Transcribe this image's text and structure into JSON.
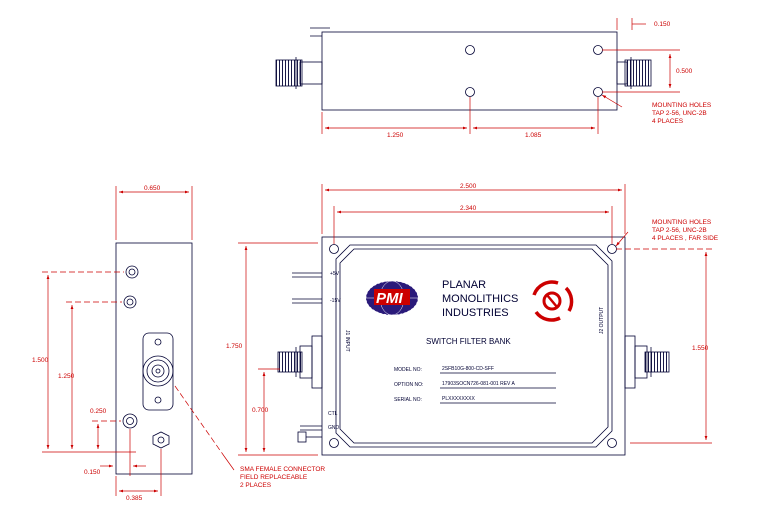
{
  "top_view": {
    "dims": [
      "0.150",
      "0.500",
      "1.250",
      "1.085"
    ],
    "mounting_note": [
      "MOUNTING HOLES",
      "TAP 2-56, UNC-2B",
      "4 PLACES"
    ]
  },
  "side_view": {
    "dims": [
      "0.650",
      "1.500",
      "1.250",
      "0.250",
      "0.150",
      "0.385"
    ],
    "connector_note": [
      "SMA FEMALE CONNECTOR",
      "FIELD REPLACEABLE",
      "2 PLACES"
    ]
  },
  "front_view": {
    "dims": [
      "2.500",
      "2.340",
      "1.750",
      "0.700",
      "1.550"
    ],
    "mounting_note": [
      "MOUNTING HOLES",
      "TAP 2-56, UNC-2B",
      "4 PLACES , FAR SIDE"
    ],
    "brand_lines": [
      "PLANAR",
      "MONOLITHICS",
      "INDUSTRIES"
    ],
    "logo_text": "PMI",
    "product_title": "SWITCH FILTER BANK",
    "fields": [
      {
        "label": "MODEL  NO:",
        "value": "2SFB10G-800-CD-SFF"
      },
      {
        "label": "OPTION NO:",
        "value": "17903SOCN726-081-001 REV A"
      },
      {
        "label": "SERIAL  NO:",
        "value": "PLXXXXXXXX"
      }
    ],
    "port_in": "J1 INPUT",
    "port_out": "J2 OUTPUT",
    "pin_labels": [
      "+5V",
      "-15V",
      "CTL",
      "GND"
    ]
  }
}
